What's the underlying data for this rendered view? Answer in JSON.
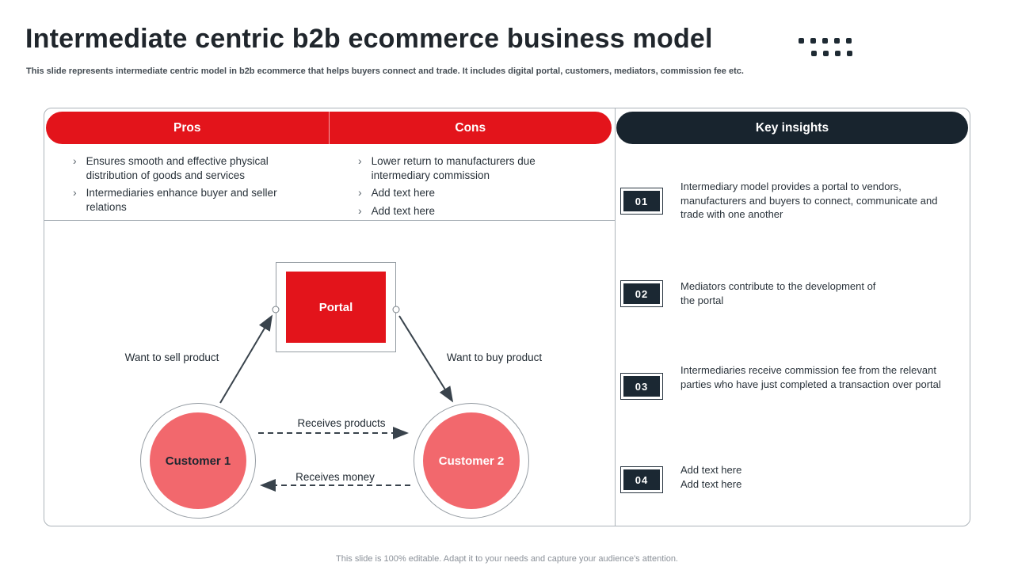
{
  "slide": {
    "title": "Intermediate centric b2b ecommerce business model",
    "subtitle": "This slide represents intermediate centric model in b2b ecommerce that helps buyers connect and trade. It includes digital portal, customers, mediators, commission fee etc.",
    "footer": "This slide is 100% editable. Adapt it to your needs and capture your audience's attention."
  },
  "pros_cons": {
    "pros_header": "Pros",
    "cons_header": "Cons",
    "pros": [
      "Ensures smooth and effective physical distribution of goods and services",
      "Intermediaries enhance buyer and seller relations"
    ],
    "cons": [
      "Lower return to manufacturers due intermediary commission",
      "Add text here",
      "Add text here"
    ]
  },
  "diagram": {
    "portal_label": "Portal",
    "customer1_label": "Customer 1",
    "customer2_label": "Customer 2",
    "want_sell_label": "Want to sell product",
    "want_buy_label": "Want to buy product",
    "receives_products_label": "Receives products",
    "receives_money_label": "Receives money"
  },
  "key_insights": {
    "header": "Key insights",
    "items": [
      {
        "number": "01",
        "text": "Intermediary model provides a portal to vendors, manufacturers and buyers to connect, communicate and trade with one another"
      },
      {
        "number": "02",
        "text": "Mediators contribute to the development of\nthe portal"
      },
      {
        "number": "03",
        "text": "Intermediaries receive commission fee from the relevant parties who have just completed a transaction over portal"
      },
      {
        "number": "04",
        "text": "Add text here\nAdd text here"
      }
    ]
  },
  "colors": {
    "accent_red": "#e3141b",
    "coral": "#f2686d",
    "dark_navy": "#18242e",
    "border_gray": "#adb4ba",
    "text_dark": "#2a333b"
  }
}
